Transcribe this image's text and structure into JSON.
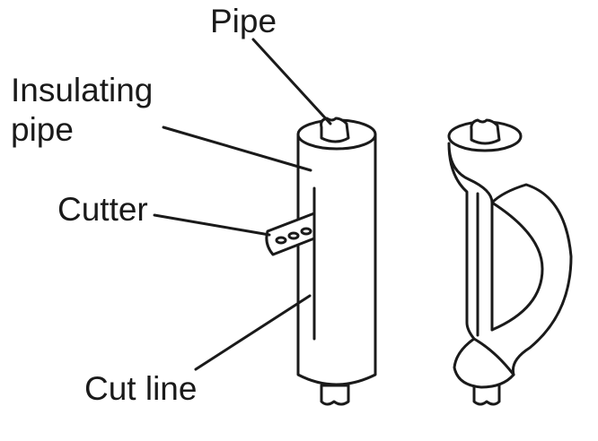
{
  "labels": {
    "pipe": "Pipe",
    "insulating_line1": "Insulating",
    "insulating_line2": "pipe",
    "cutter": "Cutter",
    "cut_line": "Cut line"
  },
  "colors": {
    "ink": "#1a1a1a",
    "background": "#ffffff"
  }
}
